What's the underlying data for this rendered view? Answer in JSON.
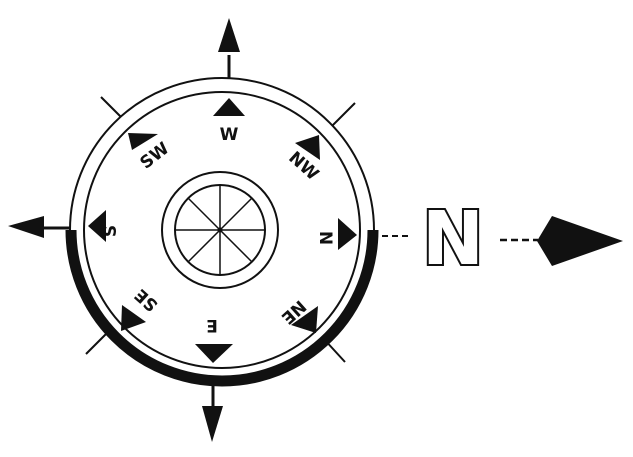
{
  "compass": {
    "labels": {
      "w": "W",
      "nw": "NW",
      "n": "N",
      "ne": "NE",
      "e": "E",
      "se": "SE",
      "s": "S",
      "sw": "SW"
    },
    "north_indicator": "N"
  },
  "colors": {
    "ink": "#111111",
    "background": "#ffffff"
  }
}
